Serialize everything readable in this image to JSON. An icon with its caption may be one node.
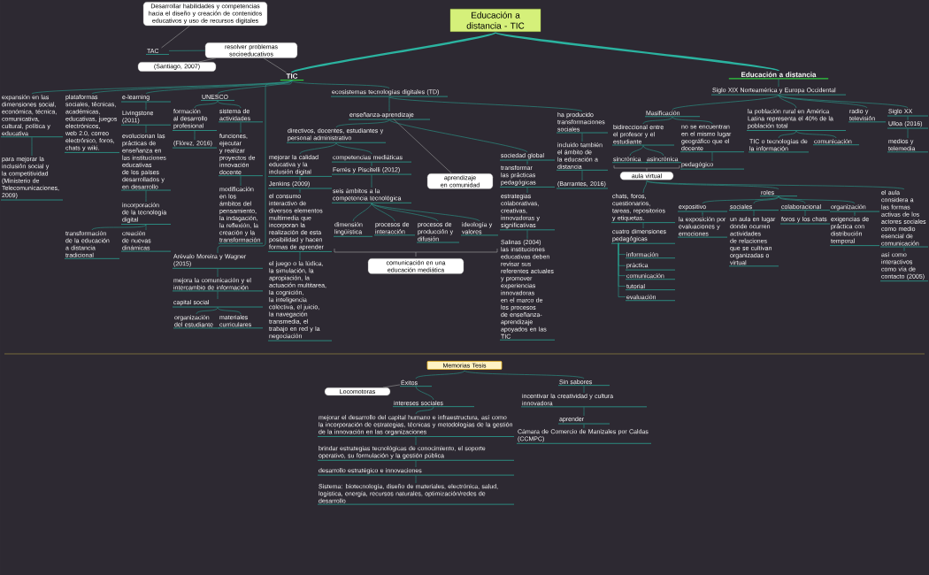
{
  "diagram": {
    "nodes": [
      {
        "text": [
          "Educación a distancia - TIC"
        ]
      },
      {
        "text": [
          "TIC"
        ]
      },
      {
        "text": [
          "TAC"
        ]
      },
      {
        "text": [
          "Desarrollar habilidades y competencias hacia el diseño y creación de contenidos educativos y uso de recursos digitales"
        ]
      },
      {
        "text": [
          "resolver problemas socioeducativos"
        ]
      },
      {
        "text": [
          "(Santiago, 2007)"
        ]
      },
      {
        "text": [
          "expansión en las dimensiones social, económica, técnica, comunicativa, cultural, política y educativa"
        ]
      },
      {
        "text": [
          "para mejorar la inclusión social y la competitividad (Ministerio de Telecomunicaciones, 2009)"
        ]
      },
      {
        "text": [
          "plataformas sociales, técnicas, académicas, educativas, juegos electrónicos, web 2.0, correo electrónico, foros, chats y wiki."
        ]
      },
      {
        "text": [
          "e-learning"
        ]
      },
      {
        "text": [
          "Livingstone (2011)"
        ]
      },
      {
        "text": [
          "evolucionan las prácticas de enseñanza en las instituciones educativas de los países desarrollados y en desarrollo"
        ]
      },
      {
        "text": [
          "incorporación de la tecnología digital"
        ]
      },
      {
        "text": [
          "transformación de la educación a distancia tradicional"
        ]
      },
      {
        "text": [
          "creación de nuevas dinámicas"
        ]
      },
      {
        "text": [
          "UNESCO"
        ]
      },
      {
        "text": [
          "formación al desarrollo profesional"
        ]
      },
      {
        "text": [
          "(Flórez, 2016)"
        ]
      },
      {
        "text": [
          "sistema de actividades"
        ]
      },
      {
        "text": [
          "funciones, ejecutar y realizar proyectos de innovación docente"
        ]
      },
      {
        "text": [
          "modificación en los ámbitos del pensamiento, la indagación, la reflexión, la creación y la transformación"
        ]
      },
      {
        "text": [
          "ecosistemas tecnologías digitales (TD)"
        ]
      },
      {
        "text": [
          "enseñanza-aprendizaje"
        ]
      },
      {
        "text": [
          "directivos, docentes, estudiantes y personal administrativo"
        ]
      },
      {
        "text": [
          "mejorar la calidad educativa y la inclusión digital"
        ]
      },
      {
        "text": [
          "Jenkins (2009)"
        ]
      },
      {
        "text": [
          "el consumo interactivo de diversos elementos multimedia que incorporan la realización de esta posibilidad y hacen formas de aprender"
        ]
      },
      {
        "text": [
          "el juego o la lúdica, la simulación, la apropiación, la actuación multitarea, la cognición, la inteligencia colectiva, el juicio, la navegación transmedia, el trabajo en red y la negociación"
        ]
      },
      {
        "text": [
          "competencias mediáticas"
        ]
      },
      {
        "text": [
          "aprendizaje en comunidad"
        ]
      },
      {
        "text": [
          "Ferrés y Piscitelli (2012)"
        ]
      },
      {
        "text": [
          "seis ámbitos a la competencia tecnológica"
        ]
      },
      {
        "text": [
          "dimensión lingüística"
        ]
      },
      {
        "text": [
          "procesos de interacción"
        ]
      },
      {
        "text": [
          "procesos de producción y difusión"
        ]
      },
      {
        "text": [
          "ideología y valores"
        ]
      },
      {
        "text": [
          "comunicación en una educación mediática"
        ]
      },
      {
        "text": [
          "sociedad global"
        ]
      },
      {
        "text": [
          "transformar las prácticas pedagógicas"
        ]
      },
      {
        "text": [
          "estrategias colaborativas, creativas, innovadoras y significativas"
        ]
      },
      {
        "text": [
          "Salinas (2004) las instituciones educativas deben revisar sus referentes actuales y promover experiencias innovadoras en el marco de los procesos de enseñanza-aprendizaje apoyados en las TIC"
        ]
      },
      {
        "text": [
          "ha producido transformaciones sociales"
        ]
      },
      {
        "text": [
          "incluido también el ámbito de la educación a distancia"
        ]
      },
      {
        "text": [
          "(Barrantes, 2016)"
        ]
      },
      {
        "text": [
          "Arévalo Moreira y Wagner (2015)"
        ]
      },
      {
        "text": [
          "mejora la comunicación y el intercambio de información"
        ]
      },
      {
        "text": [
          "capital social"
        ]
      },
      {
        "text": [
          "organización del estudiante"
        ]
      },
      {
        "text": [
          "materiales curriculares"
        ]
      },
      {
        "text": [
          "Educación a distancia"
        ]
      },
      {
        "text": [
          "Siglo XIX Norteamérica y Europa Occidental"
        ]
      },
      {
        "text": [
          "Masificación"
        ]
      },
      {
        "text": [
          "bidireccional entre el profesor y el estudiante"
        ]
      },
      {
        "text": [
          "sincrónica"
        ]
      },
      {
        "text": [
          "asincrónica"
        ]
      },
      {
        "text": [
          "aula virtual"
        ]
      },
      {
        "text": [
          "chats, foros, cuestionarios, tareas, repositorios y etiquetas."
        ]
      },
      {
        "text": [
          "cuatro dimensiones pedagógicas"
        ]
      },
      {
        "text": [
          "información"
        ]
      },
      {
        "text": [
          "práctica"
        ]
      },
      {
        "text": [
          "comunicación"
        ]
      },
      {
        "text": [
          "tutorial"
        ]
      },
      {
        "text": [
          "evaluación"
        ]
      },
      {
        "text": [
          "roles"
        ]
      },
      {
        "text": [
          "expositivo"
        ]
      },
      {
        "text": [
          "la exposición por evaluaciones y emociones"
        ]
      },
      {
        "text": [
          "sociales"
        ]
      },
      {
        "text": [
          "un aula en lugar donde ocurren actividades de relaciones que se cultivan organizadas o virtual"
        ]
      },
      {
        "text": [
          "colaboracional"
        ]
      },
      {
        "text": [
          "foros y los chats"
        ]
      },
      {
        "text": [
          "organización"
        ]
      },
      {
        "text": [
          "exigencias de práctica con distribución temporal"
        ]
      },
      {
        "text": [
          "el aula considera a las formas activas de los actores sociales como medio esencial de comunicación"
        ]
      },
      {
        "text": [
          "así como interactivos como vía de contacto (2005)"
        ]
      },
      {
        "text": [
          "no se encuentran en el mismo lugar geográfico que el docente"
        ]
      },
      {
        "text": [
          "pedagógico"
        ]
      },
      {
        "text": [
          "la población rural en América Latina representa el 40% de la población total"
        ]
      },
      {
        "text": [
          "TIC o tecnologías de la información"
        ]
      },
      {
        "text": [
          "comunicación"
        ]
      },
      {
        "text": [
          "radio y televisión"
        ]
      },
      {
        "text": [
          "Siglo XX"
        ]
      },
      {
        "text": [
          "Ulloa (2016)"
        ]
      },
      {
        "text": [
          "medios y telemedia"
        ]
      },
      {
        "text": [
          "Memorias Tesis"
        ]
      },
      {
        "text": [
          "Éxitos"
        ]
      },
      {
        "text": [
          "Locomotoras"
        ]
      },
      {
        "text": [
          "intereses sociales"
        ]
      },
      {
        "text": [
          "mejorar el desarrollo del capital humano e infraestructura, así como la incorporación de estrategias, técnicas y metodologías de la gestión de la innovación en las organizaciones"
        ]
      },
      {
        "text": [
          "brindar estrategias tecnológicas de conocimiento, el soporte operativo, su formulación y la gestión pública"
        ]
      },
      {
        "text": [
          "desarrollo estratégico e innovaciones"
        ]
      },
      {
        "text": [
          "Sistema: biotecnología, diseño de materiales, electrónica, salud, logística, energía, recursos naturales, optimización/redes de desarrollo"
        ]
      },
      {
        "text": [
          "Sin sabores"
        ]
      },
      {
        "text": [
          "incentivar la creatividad y cultura innovadora"
        ]
      },
      {
        "text": [
          "aprender"
        ]
      },
      {
        "text": [
          "Cámara de Comercio de Manizales por Caldas (CCMPC)"
        ]
      }
    ],
    "edges": [
      {
        "from": 0,
        "to": 1,
        "arrow": "none",
        "style": "thick"
      },
      {
        "from": 0,
        "to": 49,
        "arrow": "none",
        "style": "thick"
      },
      {
        "from": 2,
        "to": 4,
        "arrow": "none"
      },
      {
        "from": 3,
        "to": 2,
        "arrow": "none",
        "color": "#9a9a9a"
      },
      {
        "from": 4,
        "to": 5,
        "arrow": "none",
        "color": "#9a9a9a"
      },
      {
        "from": 4,
        "to": 1,
        "arrow": "none",
        "color": "#9a9a9a"
      },
      {
        "from": 1,
        "to": 6,
        "arrow": "none"
      },
      {
        "from": 6,
        "to": 7,
        "arrow": "none"
      },
      {
        "from": 1,
        "to": 8,
        "arrow": "none"
      },
      {
        "from": 1,
        "to": 9,
        "arrow": "none"
      },
      {
        "from": 9,
        "to": 10,
        "arrow": "none"
      },
      {
        "from": 10,
        "to": 11,
        "arrow": "none"
      },
      {
        "from": 11,
        "to": 12,
        "arrow": "none"
      },
      {
        "from": 12,
        "to": 13,
        "arrow": "none"
      },
      {
        "from": 12,
        "to": 14,
        "arrow": "none"
      },
      {
        "from": 1,
        "to": 15,
        "arrow": "none"
      },
      {
        "from": 15,
        "to": 16,
        "arrow": "none"
      },
      {
        "from": 16,
        "to": 17,
        "arrow": "none"
      },
      {
        "from": 15,
        "to": 18,
        "arrow": "none"
      },
      {
        "from": 18,
        "to": 19,
        "arrow": "none"
      },
      {
        "from": 19,
        "to": 20,
        "arrow": "none"
      },
      {
        "from": 1,
        "to": 21,
        "arrow": "none"
      },
      {
        "from": 21,
        "to": 22,
        "arrow": "none"
      },
      {
        "from": 22,
        "to": 23,
        "arrow": "none"
      },
      {
        "from": 23,
        "to": 24,
        "arrow": "none"
      },
      {
        "from": 24,
        "to": 25,
        "arrow": "none"
      },
      {
        "from": 25,
        "to": 26,
        "arrow": "none"
      },
      {
        "from": 26,
        "to": 27,
        "arrow": "none"
      },
      {
        "from": 23,
        "to": 28,
        "arrow": "none"
      },
      {
        "from": 28,
        "to": 30,
        "arrow": "none"
      },
      {
        "from": 30,
        "to": 31,
        "arrow": "none"
      },
      {
        "from": 31,
        "to": 32,
        "arrow": "none"
      },
      {
        "from": 31,
        "to": 33,
        "arrow": "none"
      },
      {
        "from": 31,
        "to": 34,
        "arrow": "none"
      },
      {
        "from": 31,
        "to": 35,
        "arrow": "none"
      },
      {
        "from": 29,
        "to": 22,
        "arrow": "none",
        "color": "#9a9a9a"
      },
      {
        "from": 22,
        "to": 37,
        "arrow": "none"
      },
      {
        "from": 37,
        "to": 38,
        "arrow": "none"
      },
      {
        "from": 38,
        "to": 39,
        "arrow": "none"
      },
      {
        "from": 39,
        "to": 40,
        "arrow": "none"
      },
      {
        "from": 21,
        "to": 41,
        "arrow": "none"
      },
      {
        "from": 41,
        "to": 42,
        "arrow": "none"
      },
      {
        "from": 42,
        "to": 43,
        "arrow": "none"
      },
      {
        "from": 1,
        "to": 44,
        "arrow": "none"
      },
      {
        "from": 44,
        "to": 45,
        "arrow": "none"
      },
      {
        "from": 45,
        "to": 46,
        "arrow": "none"
      },
      {
        "from": 46,
        "to": 47,
        "arrow": "none"
      },
      {
        "from": 46,
        "to": 48,
        "arrow": "none"
      },
      {
        "from": 49,
        "to": 50,
        "arrow": "none"
      },
      {
        "from": 50,
        "to": 51,
        "arrow": "none"
      },
      {
        "from": 51,
        "to": 52,
        "arrow": "none"
      },
      {
        "from": 52,
        "to": 53,
        "arrow": "none"
      },
      {
        "from": 52,
        "to": 54,
        "arrow": "none"
      },
      {
        "from": 55,
        "to": 56,
        "arrow": "none"
      },
      {
        "from": 56,
        "to": 57,
        "arrow": "none"
      },
      {
        "from": 57,
        "to": 58,
        "arrow": "none"
      },
      {
        "from": 57,
        "to": 59,
        "arrow": "none"
      },
      {
        "from": 57,
        "to": 60,
        "arrow": "none"
      },
      {
        "from": 57,
        "to": 61,
        "arrow": "none"
      },
      {
        "from": 57,
        "to": 62,
        "arrow": "none"
      },
      {
        "from": 55,
        "to": 63,
        "arrow": "none"
      },
      {
        "from": 63,
        "to": 64,
        "arrow": "none"
      },
      {
        "from": 64,
        "to": 65,
        "arrow": "none"
      },
      {
        "from": 63,
        "to": 66,
        "arrow": "none"
      },
      {
        "from": 66,
        "to": 67,
        "arrow": "none"
      },
      {
        "from": 63,
        "to": 68,
        "arrow": "none"
      },
      {
        "from": 68,
        "to": 69,
        "arrow": "none"
      },
      {
        "from": 63,
        "to": 70,
        "arrow": "none"
      },
      {
        "from": 70,
        "to": 71,
        "arrow": "none"
      },
      {
        "from": 55,
        "to": 72,
        "arrow": "none"
      },
      {
        "from": 72,
        "to": 73,
        "arrow": "none"
      },
      {
        "from": 51,
        "to": 74,
        "arrow": "none"
      },
      {
        "from": 74,
        "to": 75,
        "arrow": "none"
      },
      {
        "from": 50,
        "to": 76,
        "arrow": "none"
      },
      {
        "from": 76,
        "to": 77,
        "arrow": "none"
      },
      {
        "from": 76,
        "to": 78,
        "arrow": "none"
      },
      {
        "from": 50,
        "to": 79,
        "arrow": "none"
      },
      {
        "from": 50,
        "to": 80,
        "arrow": "none"
      },
      {
        "from": 80,
        "to": 81,
        "arrow": "none"
      },
      {
        "from": 81,
        "to": 82,
        "arrow": "none"
      },
      {
        "from": 83,
        "to": 84,
        "arrow": "none"
      },
      {
        "from": 85,
        "to": 84,
        "arrow": "none",
        "color": "#9a9a9a"
      },
      {
        "from": 84,
        "to": 86,
        "arrow": "none"
      },
      {
        "from": 86,
        "to": 87,
        "arrow": "none"
      },
      {
        "from": 87,
        "to": 88,
        "arrow": "none"
      },
      {
        "from": 88,
        "to": 89,
        "arrow": "none"
      },
      {
        "from": 89,
        "to": 90,
        "arrow": "none"
      },
      {
        "from": 83,
        "to": 91,
        "arrow": "none"
      },
      {
        "from": 91,
        "to": 92,
        "arrow": "none"
      },
      {
        "from": 92,
        "to": 93,
        "arrow": "none"
      },
      {
        "from": 93,
        "to": 94,
        "arrow": "none"
      }
    ]
  }
}
